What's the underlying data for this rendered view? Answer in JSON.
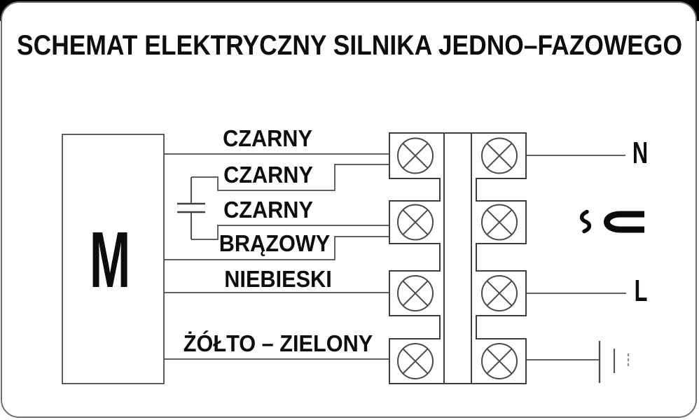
{
  "page": {
    "title": "SCHEMAT ELEKTRYCZNY SILNIKA JEDNO–FAZOWEGO",
    "background_color": "#ffffff",
    "top_band_color": "#000000",
    "line_color": "#4a4a4a",
    "text_color": "#0d0d0d"
  },
  "motor": {
    "label": "M"
  },
  "wires": [
    {
      "label": "CZARNY"
    },
    {
      "label": "CZARNY"
    },
    {
      "label": "CZARNY"
    },
    {
      "label": "BRĄZOWY"
    },
    {
      "label": "NIEBIESKI"
    },
    {
      "label": "ŻÓŁTO – ZIELONY"
    }
  ],
  "terminal_block": {
    "rows": 4,
    "columns": 2,
    "terminal_symbol": "circle-x-icon"
  },
  "supply": {
    "neutral_label": "N",
    "line_label": "L",
    "ac_symbol": "ac-plug-icon",
    "earth_symbol": "ground-icon",
    "capacitor_symbol": "capacitor-icon"
  }
}
